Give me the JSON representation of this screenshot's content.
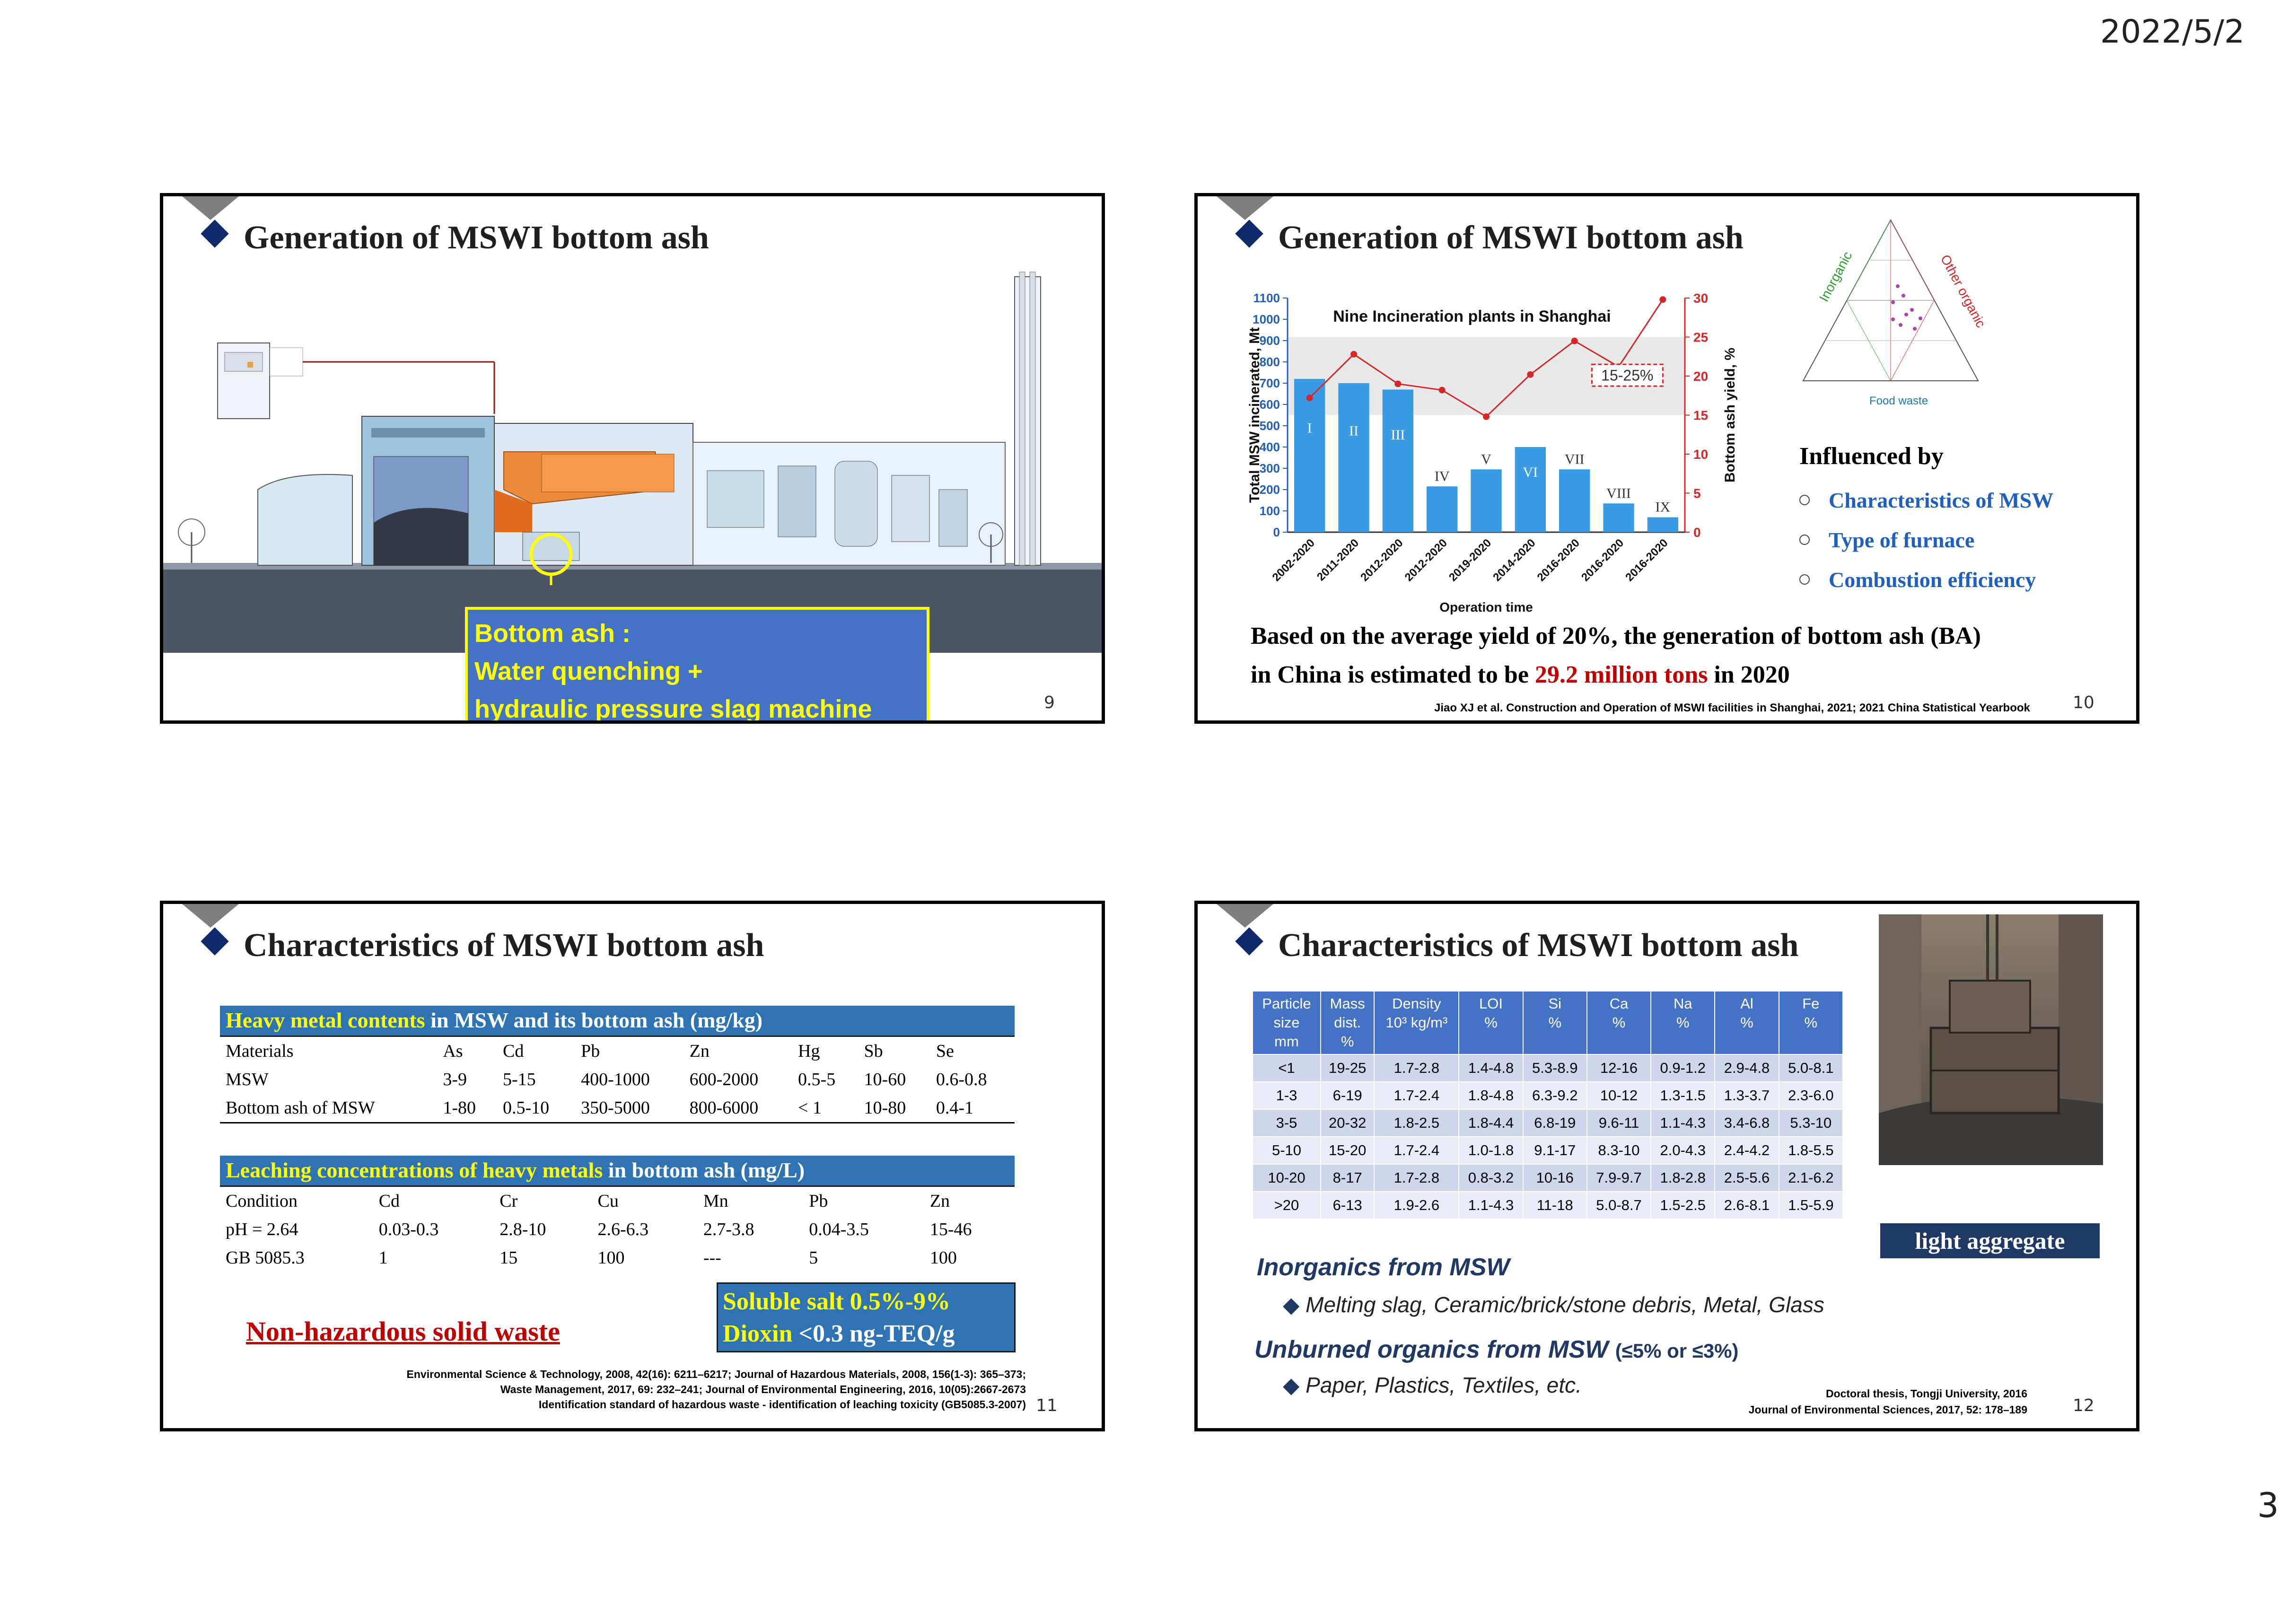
{
  "page": {
    "date": "2022/5/2",
    "number": "3"
  },
  "s9": {
    "title": "Generation of MSWI bottom ash",
    "callout_l1": "Bottom ash :",
    "callout_l2": "Water quenching +",
    "callout_l3": "hydraulic pressure slag machine",
    "num": "9"
  },
  "s10": {
    "title": "Generation of MSWI bottom ash",
    "num": "10",
    "influenced": "Influenced by",
    "bullets": [
      "Characteristics of MSW",
      "Type of furnace",
      "Combustion efficiency"
    ],
    "text1": "Based on the average yield of 20%, the generation of bottom ash (BA)",
    "text2a": "in China is estimated to be ",
    "text2b": "29.2 million tons",
    "text2c": " in 2020",
    "ref": "Jiao XJ et al. Construction and Operation of MSWI facilities in Shanghai, 2021; 2021 China Statistical Yearbook",
    "ternary": {
      "left": "Inorganic",
      "right": "Other organic",
      "bottom": "Food waste"
    }
  },
  "chart_data": {
    "type": "bar",
    "title": "Nine Incineration plants in Shanghai",
    "xlabel": "Operation time",
    "ylabel": "Total MSW  incinerated, Mt",
    "y2label": "Bottom ash yield, %",
    "categories": [
      "2002-2020",
      "2011-2020",
      "2012-2020",
      "2012-2020",
      "2019-2020",
      "2014-2020",
      "2016-2020",
      "2016-2020",
      "2016-2020"
    ],
    "bar_labels": [
      "I",
      "II",
      "III",
      "IV",
      "V",
      "VI",
      "VII",
      "VIII",
      "IX"
    ],
    "series": [
      {
        "values": [
          720,
          700,
          670,
          215,
          295,
          400,
          295,
          135,
          70
        ]
      },
      {
        "values": [
          17.2,
          22.8,
          19,
          18.2,
          14.8,
          20.2,
          24.5,
          21.2,
          29.8
        ]
      }
    ],
    "ylim": [
      0,
      1100
    ],
    "yticks": [
      0,
      100,
      200,
      300,
      400,
      500,
      600,
      700,
      800,
      900,
      1000,
      1100
    ],
    "y2lim": [
      0,
      30
    ],
    "y2ticks": [
      0,
      5,
      10,
      15,
      20,
      25,
      30
    ],
    "band_label": "15-25%",
    "band": [
      15,
      25
    ]
  },
  "s11": {
    "title": "Characteristics of MSWI bottom ash",
    "num": "11",
    "t1_head_a": "Heavy metal contents",
    "t1_head_b": " in MSW and its bottom ash (mg/kg)",
    "t1_cols": [
      "Materials",
      "As",
      "Cd",
      "Pb",
      "Zn",
      "Hg",
      "Sb",
      "Se"
    ],
    "t1_rows": [
      [
        "MSW",
        "3-9",
        "5-15",
        "400-1000",
        "600-2000",
        "0.5-5",
        "10-60",
        "0.6-0.8"
      ],
      [
        "Bottom ash of MSW",
        "1-80",
        "0.5-10",
        "350-5000",
        "800-6000",
        "< 1",
        "10-80",
        "0.4-1"
      ]
    ],
    "t2_head_a": "Leaching concentrations of heavy metals",
    "t2_head_b": " in bottom ash (mg/L)",
    "t2_cols": [
      "Condition",
      "Cd",
      "Cr",
      "Cu",
      "Mn",
      "Pb",
      "Zn"
    ],
    "t2_rows": [
      [
        "pH = 2.64",
        "0.03-0.3",
        "2.8-10",
        "2.6-6.3",
        "2.7-3.8",
        "0.04-3.5",
        "15-46"
      ],
      [
        "GB 5085.3",
        "1",
        "15",
        "100",
        "---",
        "5",
        "100"
      ]
    ],
    "salt_a": "Soluble salt ",
    "salt_b": "0.5%-9%",
    "dioxin_a": "Dioxin ",
    "dioxin_b": "<0.3 ng-TEQ/g",
    "nonhaz": "Non-hazardous solid waste",
    "ref1": "Environmental Science & Technology, 2008, 42(16): 6211–6217; Journal of Hazardous Materials, 2008, 156(1-3): 365–373;",
    "ref2": "Waste Management, 2017, 69: 232–241; Journal of Environmental Engineering, 2016, 10(05):2667-2673",
    "ref3": "Identification standard of hazardous waste - identification of leaching toxicity (GB5085.3-2007)"
  },
  "s12": {
    "title": "Characteristics of MSWI bottom ash",
    "num": "12",
    "cols": [
      [
        "Particle",
        "size",
        "mm"
      ],
      [
        "Mass",
        "dist.",
        "%"
      ],
      [
        "Density",
        "10³ kg/m³"
      ],
      [
        "LOI",
        "%"
      ],
      [
        "Si",
        "%"
      ],
      [
        "Ca",
        "%"
      ],
      [
        "Na",
        "%"
      ],
      [
        "Al",
        "%"
      ],
      [
        "Fe",
        "%"
      ]
    ],
    "rows": [
      [
        "<1",
        "19-25",
        "1.7-2.8",
        "1.4-4.8",
        "5.3-8.9",
        "12-16",
        "0.9-1.2",
        "2.9-4.8",
        "5.0-8.1"
      ],
      [
        "1-3",
        "6-19",
        "1.7-2.4",
        "1.8-4.8",
        "6.3-9.2",
        "10-12",
        "1.3-1.5",
        "1.3-3.7",
        "2.3-6.0"
      ],
      [
        "3-5",
        "20-32",
        "1.8-2.5",
        "1.8-4.4",
        "6.8-19",
        "9.6-11",
        "1.1-4.3",
        "3.4-6.8",
        "5.3-10"
      ],
      [
        "5-10",
        "15-20",
        "1.7-2.4",
        "1.0-1.8",
        "9.1-17",
        "8.3-10",
        "2.0-4.3",
        "2.4-4.2",
        "1.8-5.5"
      ],
      [
        "10-20",
        "8-17",
        "1.7-2.8",
        "0.8-3.2",
        "10-16",
        "7.9-9.7",
        "1.8-2.8",
        "2.5-5.6",
        "2.1-6.2"
      ],
      [
        ">20",
        "6-13",
        "1.9-2.6",
        "1.1-4.3",
        "11-18",
        "5.0-8.7",
        "1.5-2.5",
        "2.6-8.1",
        "1.5-5.9"
      ]
    ],
    "photo_label": "light aggregate",
    "inorg": "Inorganics from MSW",
    "inorg_item": "Melting slag, Ceramic/brick/stone debris, Metal, Glass",
    "unburned_a": "Unburned organics from MSW ",
    "unburned_b": "(≤5% or ≤3%)",
    "unburned_item": "Paper, Plastics, Textiles, etc.",
    "ref1": "Doctoral thesis, Tongji University, 2016",
    "ref2": "Journal of Environmental Sciences, 2017, 52: 178–189"
  }
}
